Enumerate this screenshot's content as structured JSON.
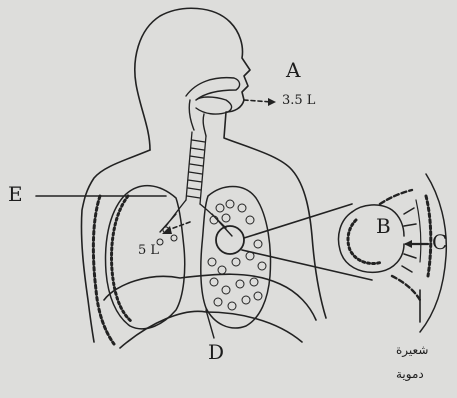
{
  "labels": {
    "A": "A",
    "B": "B",
    "C": "C",
    "D": "D",
    "E": "E"
  },
  "volumes": {
    "exhaled": "3.5 L",
    "lungs": "5 L"
  },
  "caption": {
    "line1": "شعيرة",
    "line2": "دموية"
  },
  "colors": {
    "background": "#dddddb",
    "ink": "#1d1d1d"
  }
}
